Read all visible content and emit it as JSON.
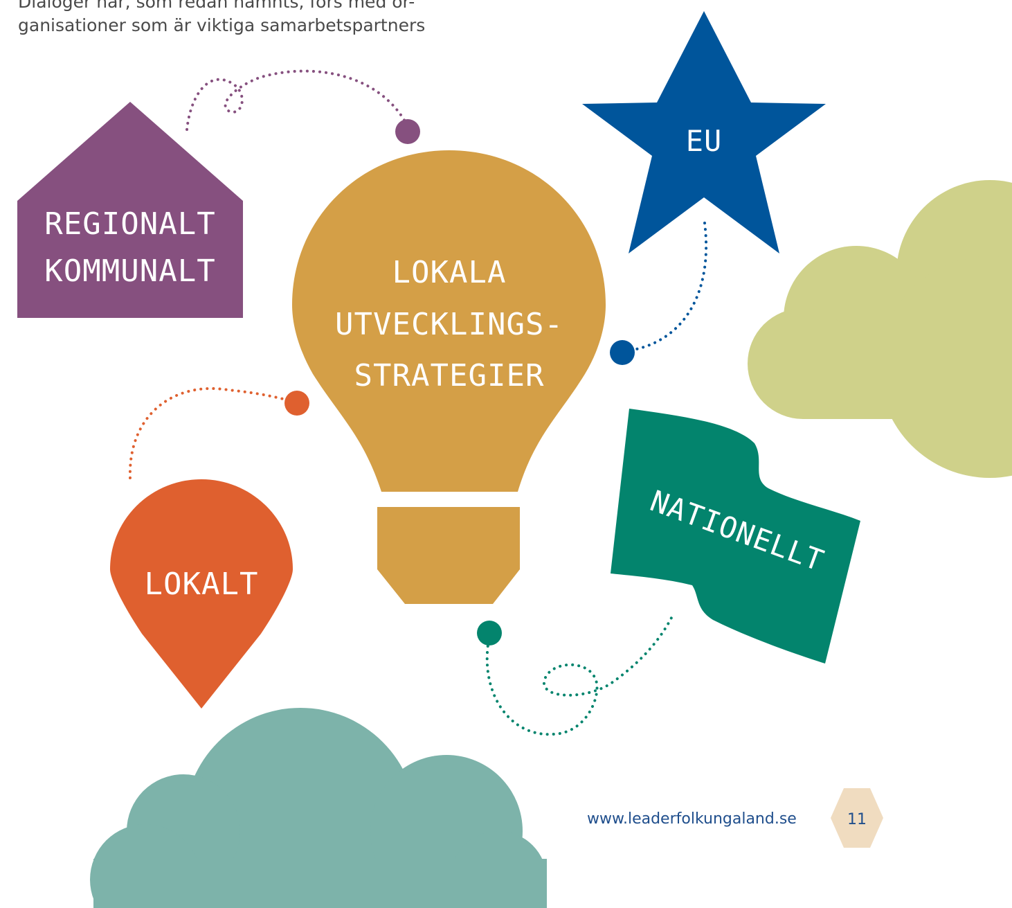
{
  "intro": {
    "line1": "Dialoger här, som redan nämnts, förs med or-",
    "line2": "ganisationer som är viktiga samarbetspartners"
  },
  "shapes": {
    "house": {
      "line1": "REGIONALT",
      "line2": "KOMMUNALT",
      "icon": "house-shape",
      "color": "#86507f"
    },
    "star": {
      "label": "EU",
      "icon": "star-shape",
      "color": "#00559b"
    },
    "bulb": {
      "line1": "LOKALA",
      "line2": "UTVECKLINGS-",
      "line3": "STRATEGIER",
      "icon": "lightbulb-shape",
      "color": "#d49f47"
    },
    "pin": {
      "label": "LOKALT",
      "icon": "map-pin-shape",
      "color": "#df602f"
    },
    "flag": {
      "label": "NATIONELLT",
      "icon": "flag-shape",
      "color": "#03846d"
    },
    "cloud_right": {
      "icon": "cloud-shape",
      "color": "#cfd18a"
    },
    "cloud_bottom": {
      "icon": "cloud-shape",
      "color": "#7db3aa"
    }
  },
  "footer": {
    "url": "www.leaderfolkungaland.se",
    "page_number": "11",
    "badge_color": "#f0dcc0"
  }
}
